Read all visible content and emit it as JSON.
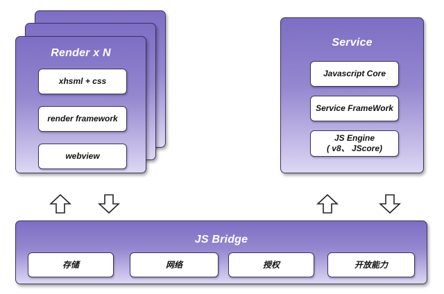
{
  "render": {
    "title": "Render x N",
    "items": [
      "xhsml + css",
      "render framework",
      "webview"
    ]
  },
  "service": {
    "title": "Service",
    "items": [
      "Javascript Core",
      "Service FrameWork"
    ],
    "engine": {
      "line1": "JS Engine",
      "line2": "( v8、 JScore)"
    }
  },
  "bridge": {
    "title": "JS Bridge",
    "items": [
      "存储",
      "网络",
      "授权",
      "开放能力"
    ]
  },
  "arrows": [
    {
      "name": "render-up-arrow-icon",
      "direction": "up"
    },
    {
      "name": "render-down-arrow-icon",
      "direction": "down"
    },
    {
      "name": "service-up-arrow-icon",
      "direction": "up"
    },
    {
      "name": "service-down-arrow-icon",
      "direction": "down"
    }
  ],
  "colors": {
    "panel_top": "#7d6ec4",
    "panel_bottom": "#ddd8f2",
    "border": "#3a3160"
  }
}
